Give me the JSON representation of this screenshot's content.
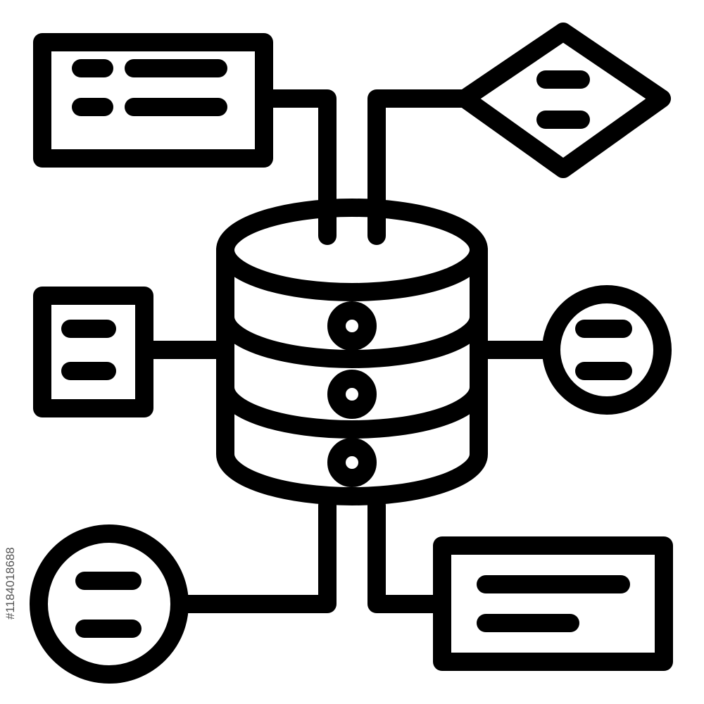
{
  "icon": {
    "name": "database-diagram-icon",
    "stroke_color": "#000000",
    "background_color": "#ffffff",
    "nodes": [
      "rectangle-node",
      "diamond-node",
      "square-node",
      "circle-node",
      "circle-node",
      "rectangle-node"
    ],
    "central": "database-cylinder-icon"
  },
  "watermark": {
    "id_text": "#1184018688"
  }
}
